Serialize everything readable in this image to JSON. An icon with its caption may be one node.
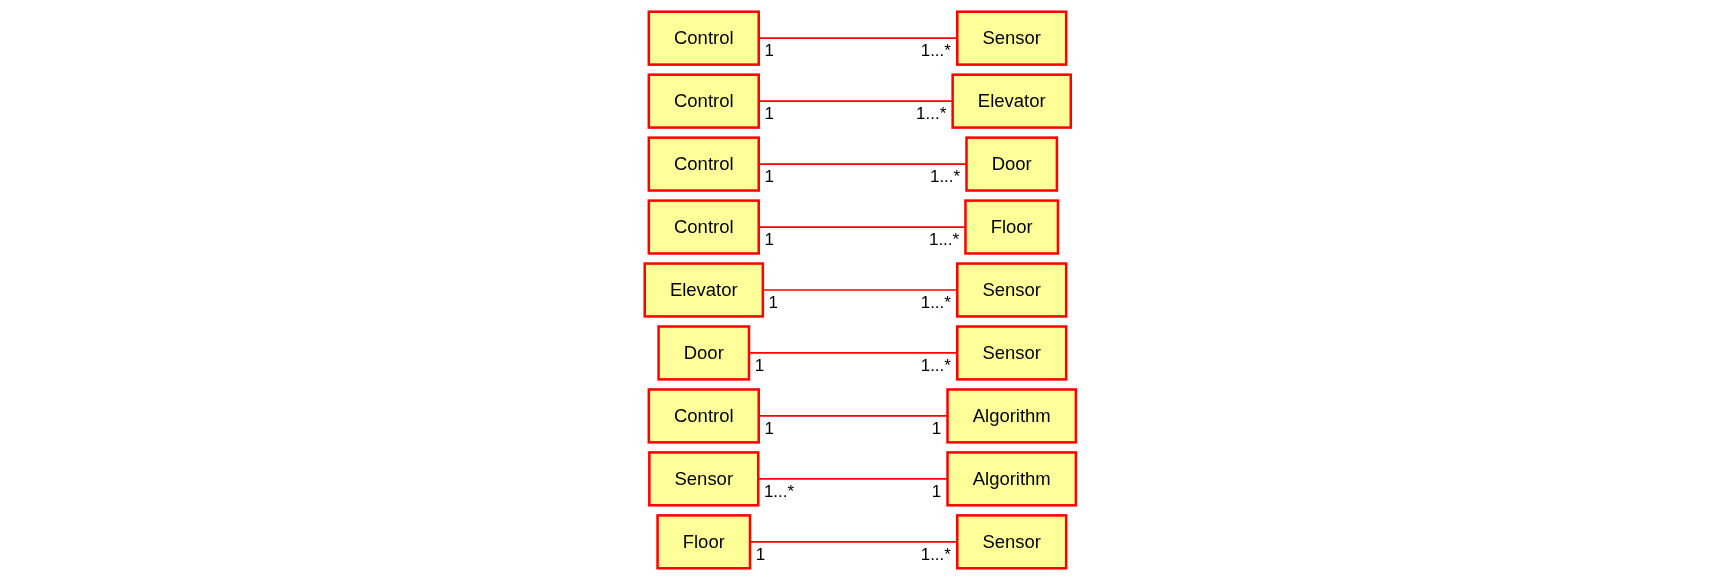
{
  "diagram": {
    "nodes": [
      {
        "text": [
          "Control"
        ],
        "beside": [
          "1"
        ]
      },
      {
        "text": [
          "Sensor"
        ],
        "beside": [
          "1...*"
        ]
      },
      {
        "text": [
          "Control"
        ],
        "beside": [
          "1"
        ]
      },
      {
        "text": [
          "Elevator"
        ],
        "beside": [
          "1...*"
        ]
      },
      {
        "text": [
          "Control"
        ],
        "beside": [
          "1"
        ]
      },
      {
        "text": [
          "Door"
        ],
        "beside": [
          "1...*"
        ]
      },
      {
        "text": [
          "Control"
        ],
        "beside": [
          "1"
        ]
      },
      {
        "text": [
          "Floor"
        ],
        "beside": [
          "1...*"
        ]
      },
      {
        "text": [
          "Elevator"
        ],
        "beside": [
          "1"
        ]
      },
      {
        "text": [
          "Sensor"
        ],
        "beside": [
          "1...*"
        ]
      },
      {
        "text": [
          "Door"
        ],
        "beside": [
          "1"
        ]
      },
      {
        "text": [
          "Sensor"
        ],
        "beside": [
          "1...*"
        ]
      },
      {
        "text": [
          "Control"
        ],
        "beside": [
          "1"
        ]
      },
      {
        "text": [
          "Algorithm"
        ],
        "beside": [
          "1"
        ]
      },
      {
        "text": [
          "Sensor"
        ],
        "beside": [
          "1...*"
        ]
      },
      {
        "text": [
          "Algorithm"
        ],
        "beside": [
          "1"
        ]
      },
      {
        "text": [
          "Floor"
        ],
        "beside": [
          "1"
        ]
      },
      {
        "text": [
          "Sensor"
        ],
        "beside": [
          "1...*"
        ]
      }
    ],
    "edges": [
      {
        "from": 0,
        "to": 1,
        "arrow": "none"
      },
      {
        "from": 2,
        "to": 3,
        "arrow": "none"
      },
      {
        "from": 4,
        "to": 5,
        "arrow": "none"
      },
      {
        "from": 6,
        "to": 7,
        "arrow": "none"
      },
      {
        "from": 8,
        "to": 9,
        "arrow": "none"
      },
      {
        "from": 10,
        "to": 11,
        "arrow": "none"
      },
      {
        "from": 12,
        "to": 13,
        "arrow": "none"
      },
      {
        "from": 14,
        "to": 15,
        "arrow": "none"
      },
      {
        "from": 16,
        "to": 17,
        "arrow": "none"
      }
    ]
  }
}
